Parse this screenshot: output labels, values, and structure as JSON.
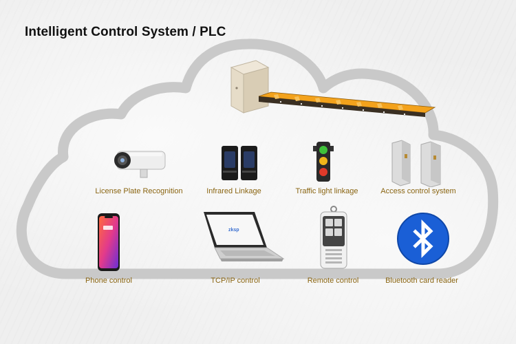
{
  "title": "Intelligent Control System / PLC",
  "colors": {
    "label": "#8a6512",
    "cloud_outline": "#c9c9c9",
    "barrier_stripe": "#f3a21c",
    "bluetooth": "#1a5fd6"
  },
  "devices": [
    {
      "label": "License Plate Recognition",
      "icon": "camera-icon"
    },
    {
      "label": "Infrared Linkage",
      "icon": "infrared-sensor-icon"
    },
    {
      "label": "Traffic light linkage",
      "icon": "traffic-light-icon"
    },
    {
      "label": "Access control system",
      "icon": "turnstile-icon"
    },
    {
      "label": "Phone control",
      "icon": "phone-icon"
    },
    {
      "label": "TCP/IP control",
      "icon": "laptop-icon"
    },
    {
      "label": "Remote control",
      "icon": "remote-control-icon"
    },
    {
      "label": "Bluetooth card reader",
      "icon": "bluetooth-icon"
    }
  ],
  "barrier": {
    "icon": "barrier-gate-icon"
  }
}
